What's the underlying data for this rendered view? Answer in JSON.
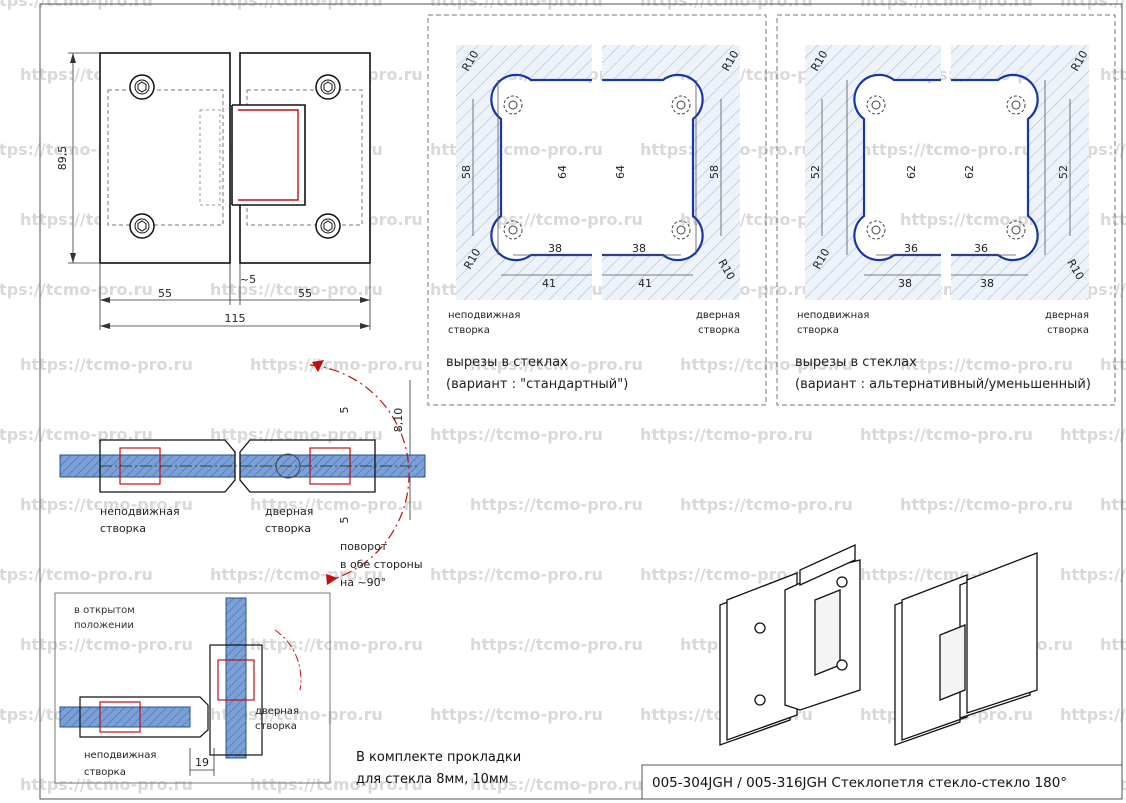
{
  "watermark": "https://tcmo-pro.ru",
  "front_view": {
    "height": "89,5",
    "width_left": "55",
    "gap": "~5",
    "width_right": "55",
    "total_width": "115"
  },
  "rotation": {
    "dim_top": "5",
    "dim_bottom": "5",
    "dim_total": "8,10",
    "note_line1": "поворот",
    "note_line2": "в обе стороны",
    "note_line3": "на ~90°",
    "fixed_line1": "неподвижная",
    "fixed_line2": "створка",
    "door_line1": "дверная",
    "door_line2": "створка"
  },
  "open_view": {
    "label_line1": "в открытом",
    "label_line2": "положении",
    "door_line1": "дверная",
    "door_line2": "створка",
    "fixed_line1": "неподвижная",
    "fixed_line2": "створка",
    "dim": "19"
  },
  "cut_standard": {
    "r_tl": "R10",
    "r_tr": "R10",
    "r_bl": "R10",
    "r_br": "R10",
    "h_left": "58",
    "h_in_left": "64",
    "h_in_right": "64",
    "h_right": "58",
    "w_in_left": "38",
    "w_out_left": "41",
    "w_in_right": "38",
    "w_out_right": "41",
    "fixed_line1": "неподвижная",
    "fixed_line2": "створка",
    "door_line1": "дверная",
    "door_line2": "створка",
    "caption_line1": "вырезы в стеклах",
    "caption_line2": "(вариант : \"стандартный\")"
  },
  "cut_alt": {
    "r_tl": "R10",
    "r_tr": "R10",
    "r_bl": "R10",
    "r_br": "R10",
    "h_left": "52",
    "h_in_left": "62",
    "h_in_right": "62",
    "h_right": "52",
    "w_in_left": "36",
    "w_out_left": "38",
    "w_in_right": "36",
    "w_out_right": "38",
    "fixed_line1": "неподвижная",
    "fixed_line2": "створка",
    "door_line1": "дверная",
    "door_line2": "створка",
    "caption_line1": "вырезы в стеклах",
    "caption_line2": "(вариант : альтернативный/уменьшенный)"
  },
  "kit_line1": "В комплекте прокладки",
  "kit_line2": "для стекла 8мм, 10мм",
  "title_block": "005-304JGH / 005-316JGH  Стеклопетля стекло-стекло 180°"
}
